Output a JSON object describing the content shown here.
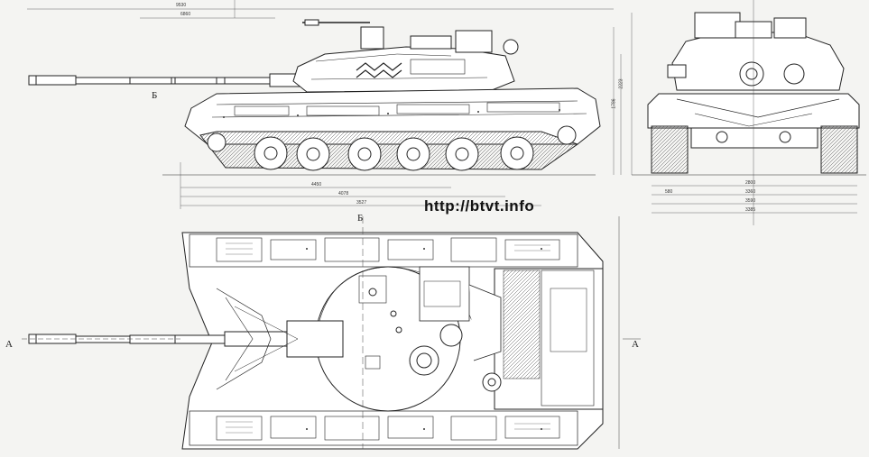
{
  "watermark": "http://btvt.info",
  "section_labels": {
    "side_b": "Б",
    "top_b": "Б",
    "left_a": "А",
    "right_a": "А"
  },
  "dimensions": {
    "top_overall": "9530",
    "top_mid": "6860",
    "side_h1": "2223",
    "side_h2": "1786",
    "side_b1": "4450",
    "side_b2": "4078",
    "side_b3": "3527",
    "front_w1": "2800",
    "front_w2": "3360",
    "front_w3": "3590",
    "front_w4": "3385",
    "front_w5": "580"
  }
}
